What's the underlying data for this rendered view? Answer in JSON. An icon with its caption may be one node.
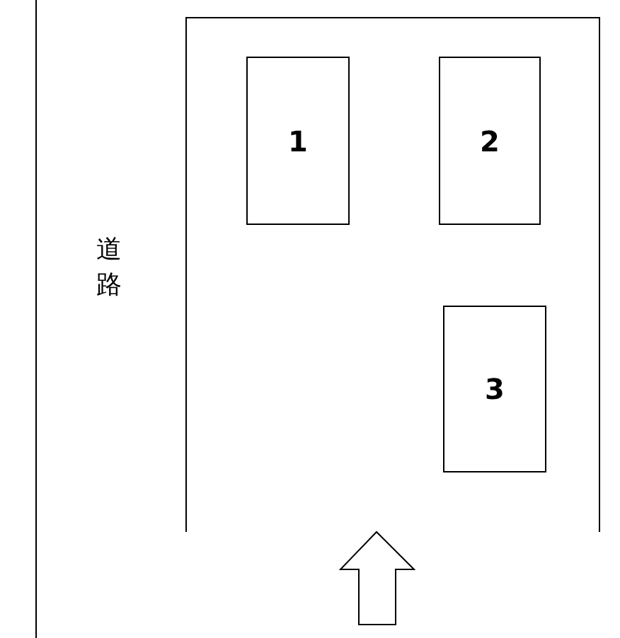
{
  "diagram": {
    "nodes": [
      {
        "text": [
          "1"
        ]
      },
      {
        "text": [
          "2"
        ]
      },
      {
        "text": [
          "3"
        ]
      }
    ],
    "labels": [
      "道路"
    ]
  }
}
